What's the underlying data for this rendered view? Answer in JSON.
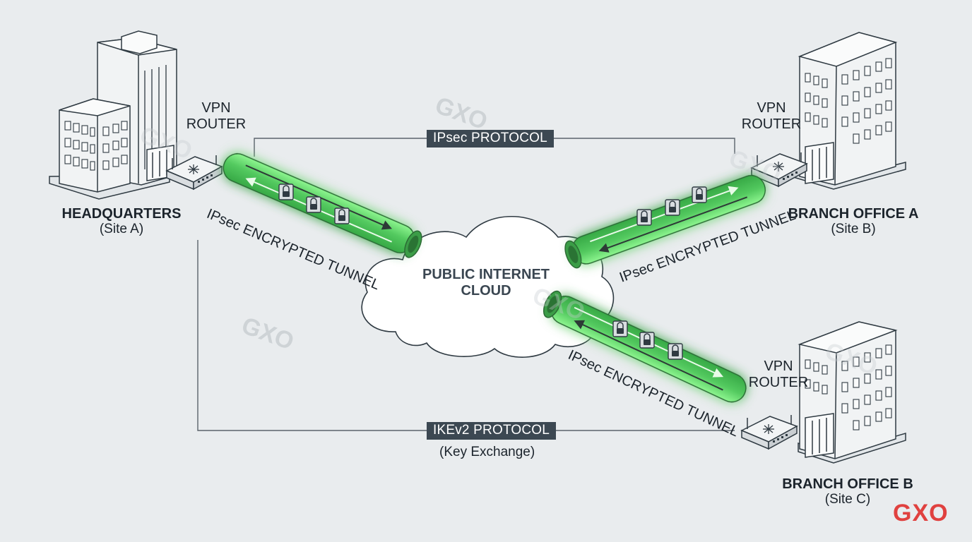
{
  "sites": [
    {
      "name": "HEADQUARTERS",
      "sub": "(Site A)"
    },
    {
      "name": "BRANCH OFFICE A",
      "sub": "(Site B)"
    },
    {
      "name": "BRANCH OFFICE B",
      "sub": "(Site C)"
    }
  ],
  "routers": [
    {
      "label": "VPN\nROUTER"
    },
    {
      "label": "VPN\nROUTER"
    },
    {
      "label": "VPN\nROUTER"
    }
  ],
  "protocols": {
    "top": {
      "label": "IPsec PROTOCOL"
    },
    "bottom": {
      "label": "IKEv2 PROTOCOL",
      "sub": "(Key Exchange)"
    }
  },
  "cloud": {
    "label": "PUBLIC INTERNET\nCLOUD"
  },
  "tunnels": [
    {
      "label": "IPsec ENCRYPTED TUNNEL"
    },
    {
      "label": "IPsec ENCRYPTED TUNNEL"
    },
    {
      "label": "IPsec ENCRYPTED TUNNEL"
    }
  ],
  "watermark": "GXO",
  "brand": {
    "text": "GXO",
    "color": "#e0413f"
  },
  "colors": {
    "tunnel": "#5fd36a",
    "tunnel_glow": "#8ff08f",
    "line": "#5a636b",
    "background": "#e9ecee"
  },
  "icons": [
    "building-icon",
    "router-icon",
    "cloud-icon",
    "lock-icon",
    "arrow-icon"
  ]
}
